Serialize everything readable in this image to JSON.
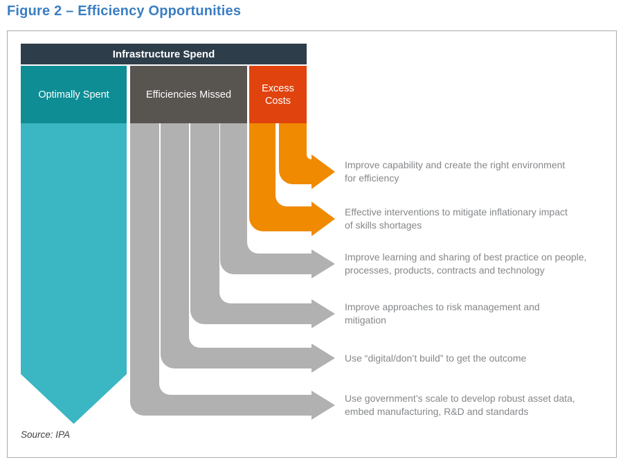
{
  "title": "Figure 2 – Efficiency Opportunities",
  "diagram": {
    "header": "Infrastructure Spend",
    "columns": [
      {
        "label": "Optimally Spent",
        "box_color": "#0E8D95",
        "flow_color": "#3BB6C3"
      },
      {
        "label": "Efficiencies Missed",
        "box_color": "#585450",
        "flow_color": "#B2B1B1"
      },
      {
        "label": "Excess Costs",
        "box_color": "#E0430E",
        "flow_color": "#F08A00"
      }
    ],
    "flows": [
      {
        "source": "Excess Costs",
        "color": "#F08A00",
        "line1": "Improve capability and create the right environment",
        "line2": "for efficiency"
      },
      {
        "source": "Excess Costs",
        "color": "#F08A00",
        "line1": "Effective interventions to mitigate inflationary impact",
        "line2": "of skills shortages"
      },
      {
        "source": "Efficiencies Missed",
        "color": "#B2B1B1",
        "line1": "Improve learning and sharing of best practice on people,",
        "line2": "processes, products, contracts and technology"
      },
      {
        "source": "Efficiencies Missed",
        "color": "#B2B1B1",
        "line1": "Improve approaches to risk management and",
        "line2": "mitigation"
      },
      {
        "source": "Efficiencies Missed",
        "color": "#B2B1B1",
        "line1": "Use “digital/don’t build” to get the outcome"
      },
      {
        "source": "Efficiencies Missed",
        "color": "#B2B1B1",
        "line1": "Use government’s scale to develop robust asset data,",
        "line2": "embed manufacturing, R&D and standards"
      }
    ],
    "source_note": "Source: IPA"
  },
  "colors": {
    "title_blue": "#3A7EC2",
    "header_navy": "#2E3D4A",
    "teal_dark": "#0E8D95",
    "teal_light": "#3BB6C3",
    "gray_dark": "#585450",
    "gray_light": "#B2B1B1",
    "red": "#E0430E",
    "orange": "#F08A00",
    "body_text": "#85878A"
  }
}
